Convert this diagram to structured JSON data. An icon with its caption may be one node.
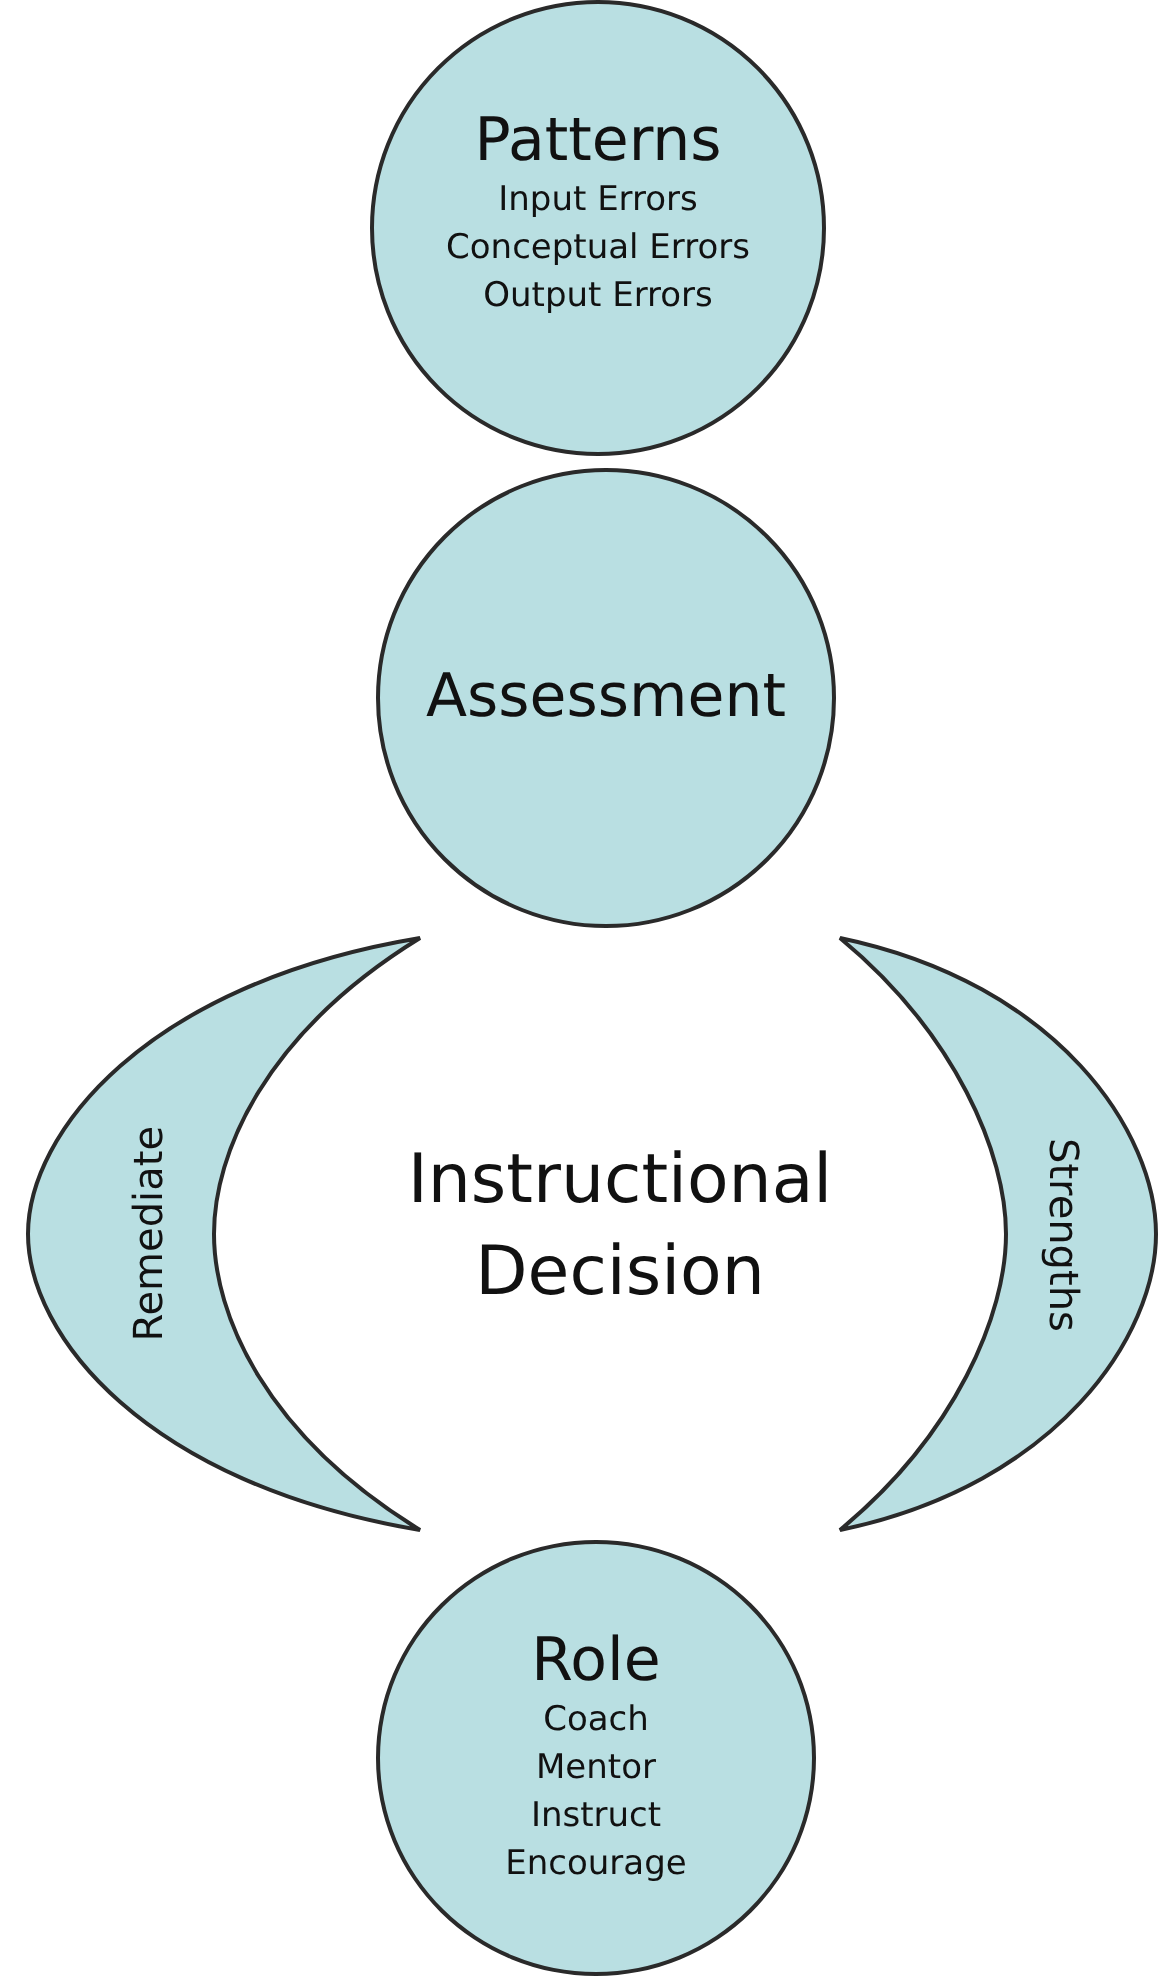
{
  "diagram": {
    "nodes": [
      {
        "text": [
          "Patterns",
          "Input Errors",
          "Conceptual Errors",
          "Output Errors"
        ]
      },
      {
        "text": [
          "Assessment"
        ]
      },
      {
        "text": [
          "Remediate"
        ]
      },
      {
        "text": [
          "Strengths"
        ]
      },
      {
        "text": [
          "Role",
          "Coach",
          "Mentor",
          "Instruct",
          "Encourage"
        ]
      }
    ],
    "edges": [],
    "labels": [
      "Instructional Decision"
    ]
  }
}
